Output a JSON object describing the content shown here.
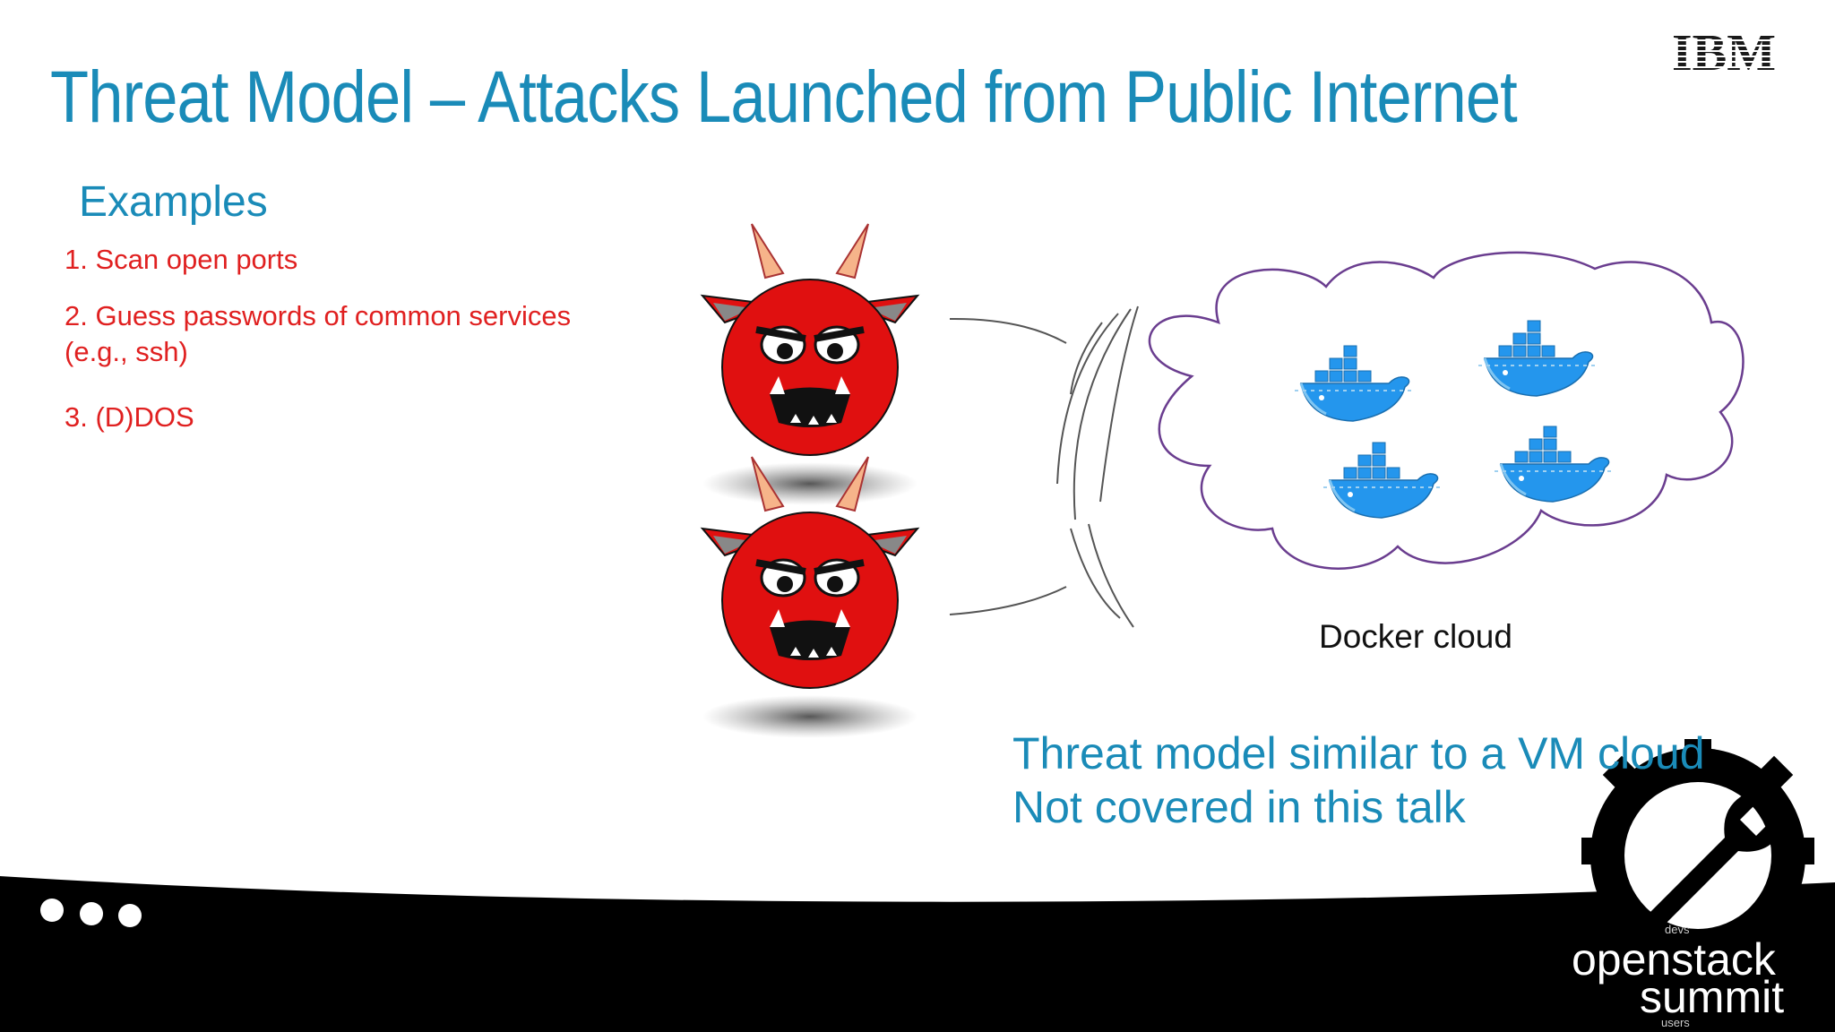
{
  "slide": {
    "title": "Threat Model – Attacks Launched from Public Internet",
    "ibm_logo_text": "IBM",
    "examples_heading": "Examples",
    "examples": [
      "1. Scan open ports",
      "2. Guess passwords of common services",
      "(e.g., ssh)",
      "3. (D)DOS"
    ],
    "docker_caption": "Docker cloud",
    "notes": [
      "Threat model similar to a VM cloud",
      "Not covered in this talk"
    ],
    "summit_logo": {
      "top": "devs",
      "line1": "openstack",
      "line2": "summit",
      "bottom": "users"
    }
  },
  "colors": {
    "title_blue": "#1a8bb8",
    "example_red": "#e02020",
    "devil_red": "#e01010",
    "docker_blue": "#2496ed",
    "cloud_outline": "#6a3d8f"
  },
  "icons": [
    "devil-icon",
    "docker-whale-icon",
    "cloud-icon",
    "gear-wrench-icon",
    "dots-icon"
  ]
}
